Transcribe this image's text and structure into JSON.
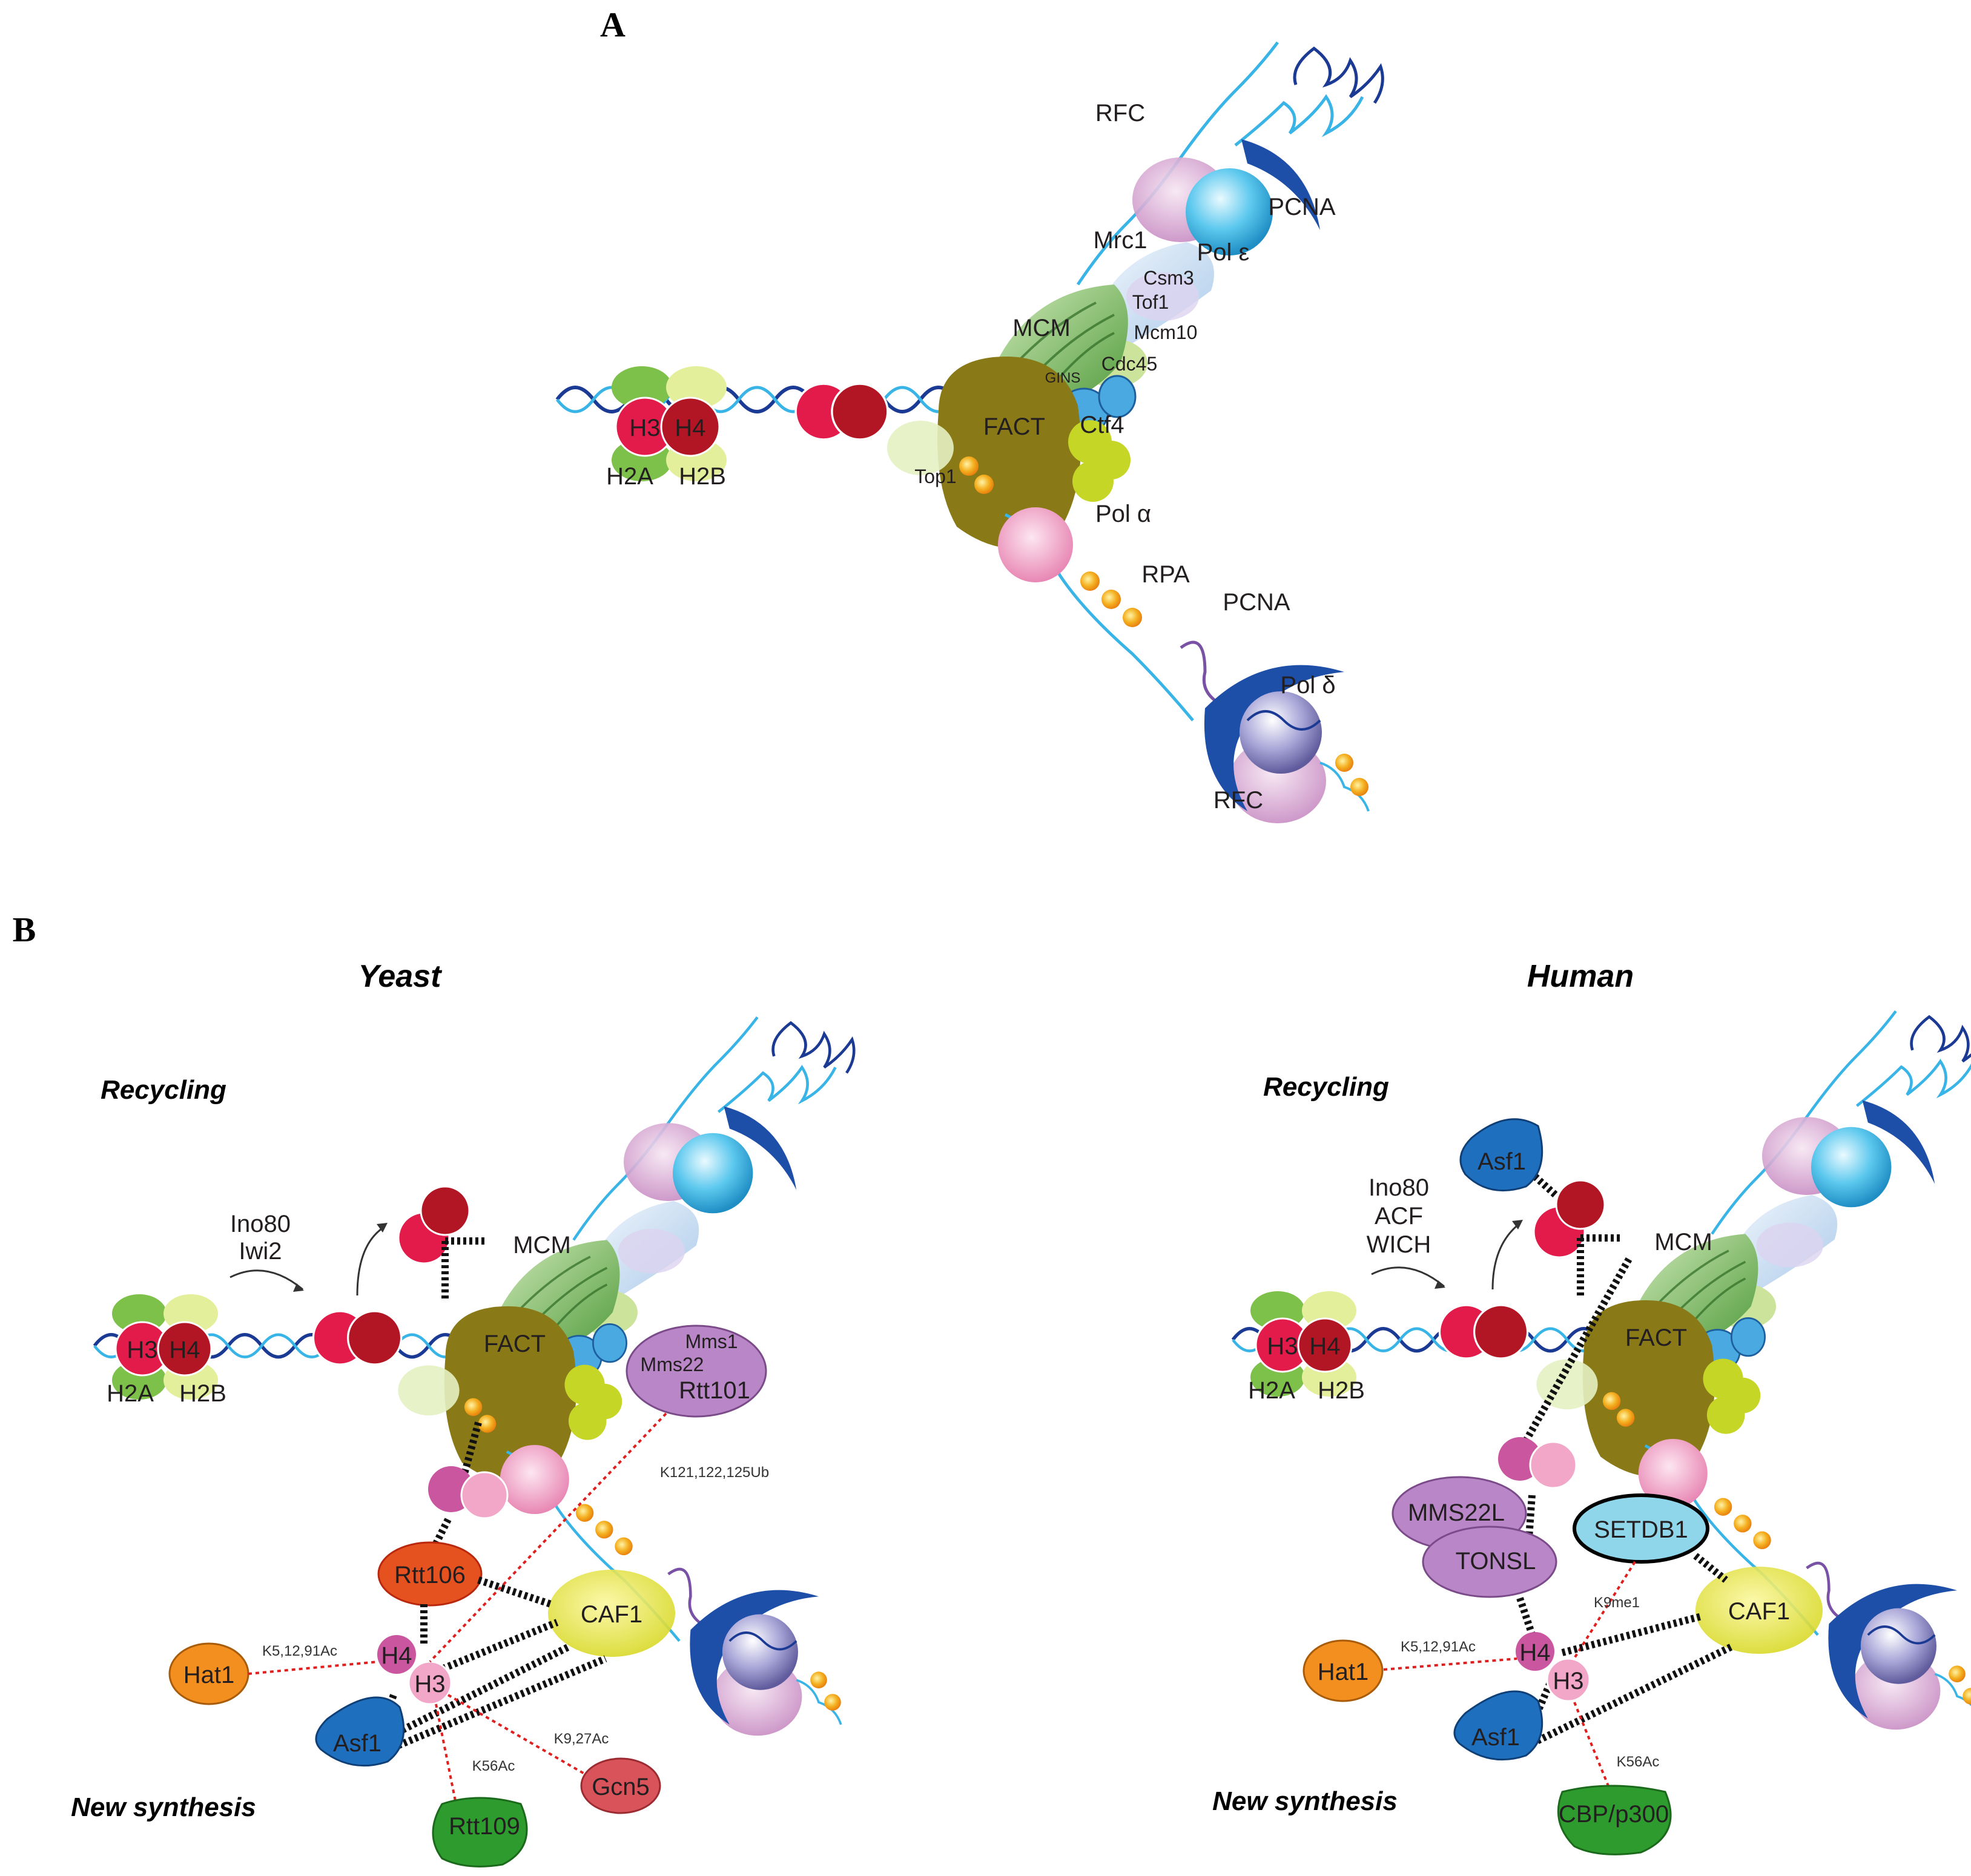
{
  "panels": {
    "a": "A",
    "b": "B"
  },
  "panel_a": {
    "rfc_top": "RFC",
    "pcna_top": "PCNA",
    "mrc1": "Mrc1",
    "pol_e": "Pol ε",
    "csm3": "Csm3",
    "tof1": "Tof1",
    "mcm": "MCM",
    "mcm10": "Mcm10",
    "gins": "GINS",
    "cdc45": "Cdc45",
    "fact": "FACT",
    "ctf4": "Ctf4",
    "top1": "Top1",
    "pol_a": "Pol α",
    "rpa": "RPA",
    "pcna_bottom": "PCNA",
    "pol_d": "Pol δ",
    "rfc_bottom": "RFC",
    "h3": "H3",
    "h4": "H4",
    "h2a": "H2A",
    "h2b": "H2B"
  },
  "yeast": {
    "title": "Yeast",
    "recycling": "Recycling",
    "new_synthesis": "New synthesis",
    "remodelers": [
      "Ino80",
      "Iwi2"
    ],
    "mcm": "MCM",
    "fact": "FACT",
    "h3": "H3",
    "h4": "H4",
    "h2a": "H2A",
    "h2b": "H2B",
    "mms1": "Mms1",
    "mms22": "Mms22",
    "rtt101": "Rtt101",
    "ub_mod": "K121,122,125Ub",
    "rtt106": "Rtt106",
    "caf1": "CAF1",
    "hat1": "Hat1",
    "hat1_mod": "K5,12,91Ac",
    "chap_h4": "H4",
    "chap_h3": "H3",
    "asf1": "Asf1",
    "k56": "K56Ac",
    "k927": "K9,27Ac",
    "gcn5": "Gcn5",
    "rtt109": "Rtt109"
  },
  "human": {
    "title": "Human",
    "recycling": "Recycling",
    "new_synthesis": "New synthesis",
    "remodelers": [
      "Ino80",
      "ACF",
      "WICH"
    ],
    "asf1_top": "Asf1",
    "mcm": "MCM",
    "fact": "FACT",
    "h3": "H3",
    "h4": "H4",
    "h2a": "H2A",
    "h2b": "H2B",
    "mms22l": "MMS22L",
    "tonsl": "TONSL",
    "setdb1": "SETDB1",
    "k9me1": "K9me1",
    "caf1": "CAF1",
    "hat1": "Hat1",
    "hat1_mod": "K5,12,91Ac",
    "chap_h4": "H4",
    "chap_h3": "H3",
    "asf1": "Asf1",
    "k56": "K56Ac",
    "cbp": "CBP/p300"
  }
}
